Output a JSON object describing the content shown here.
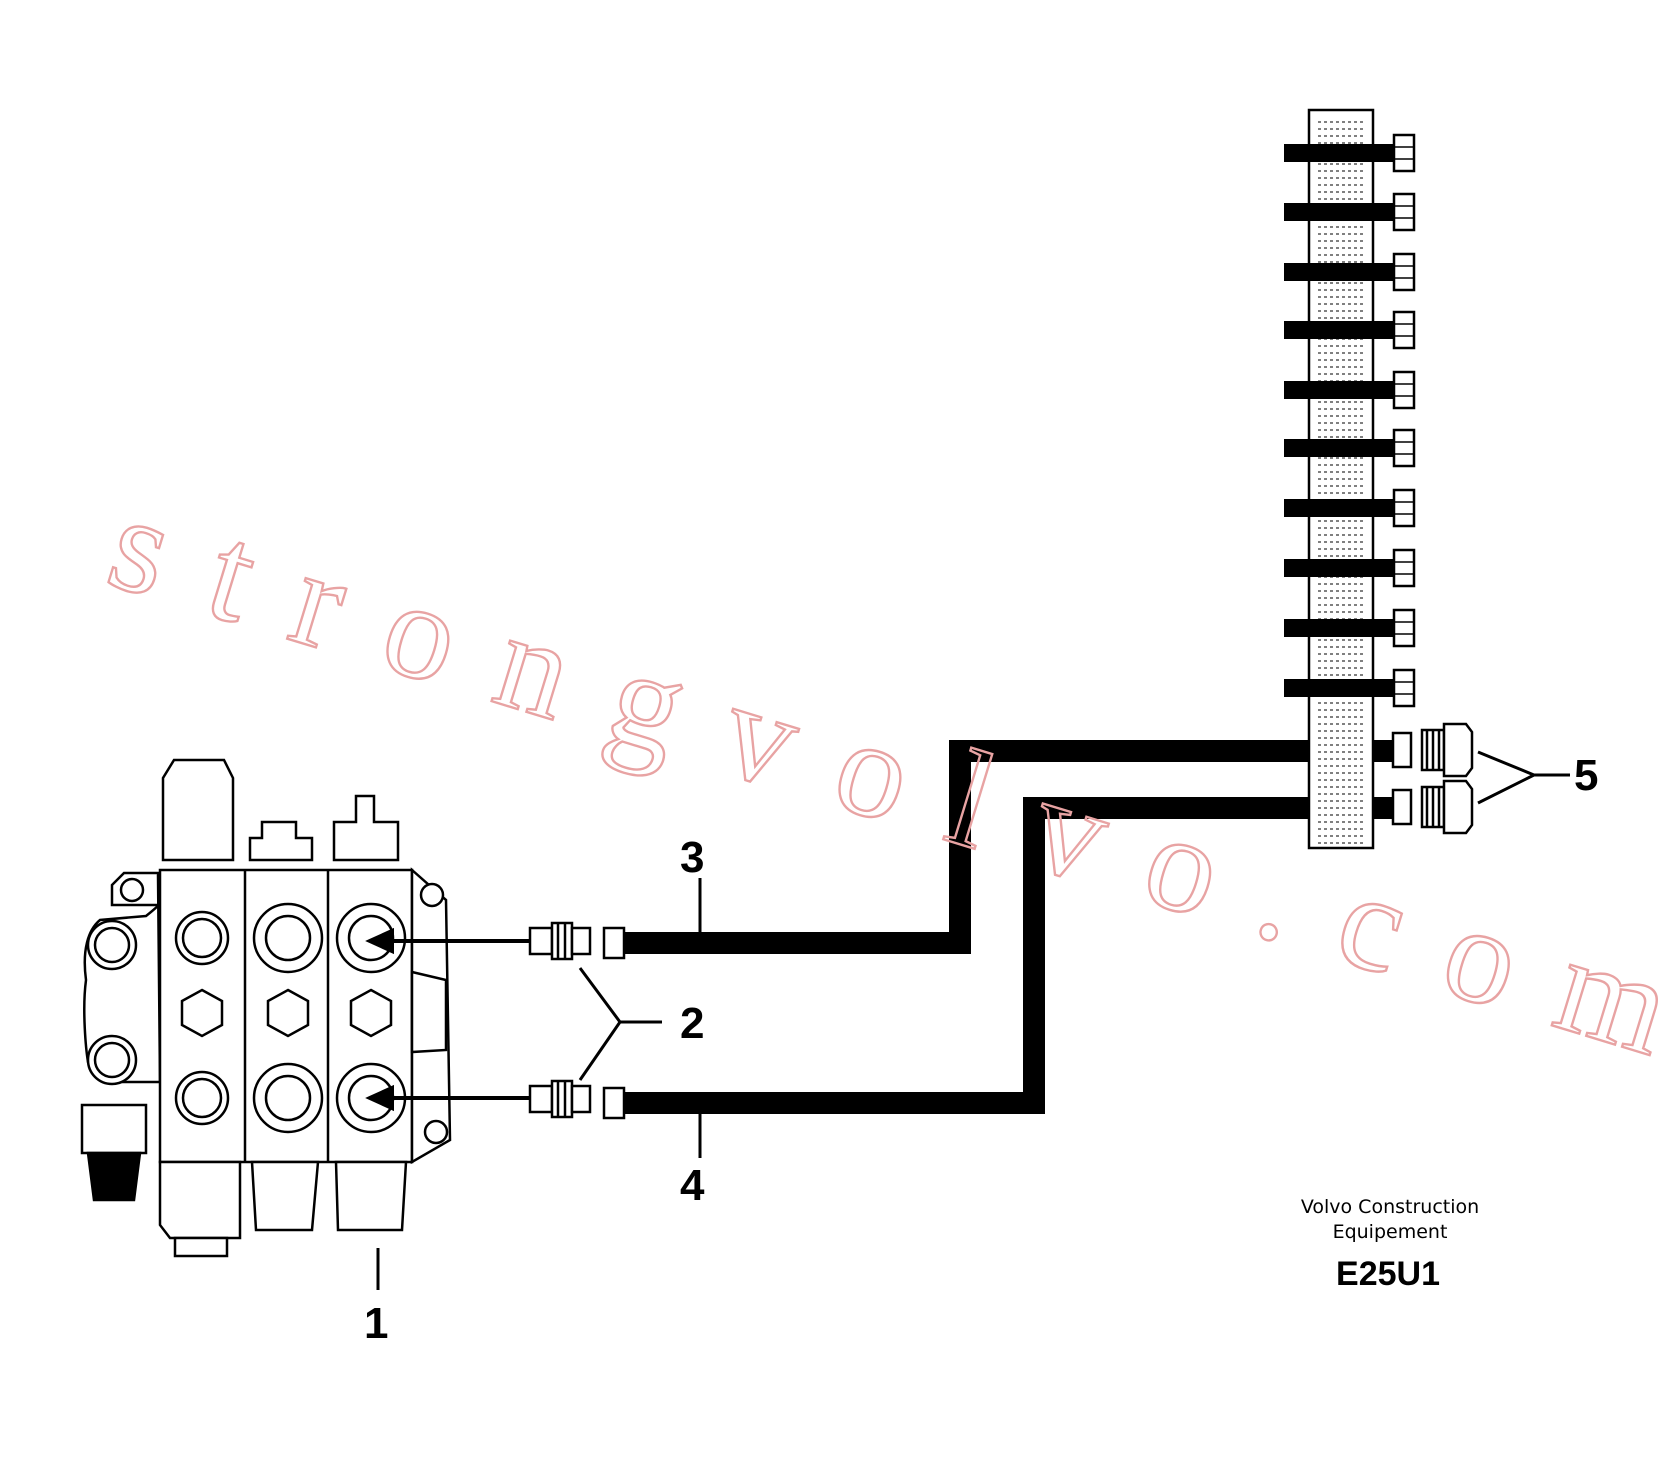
{
  "callouts": [
    "1",
    "2",
    "3",
    "4",
    "5"
  ],
  "caption": {
    "line1": "Volvo Construction",
    "line2": "Equipement",
    "code": "E25U1"
  },
  "watermark": {
    "text": "strongvolvo.com",
    "color": "#e8a3a3"
  },
  "colors": {
    "line": "#000000",
    "background": "#ffffff"
  }
}
